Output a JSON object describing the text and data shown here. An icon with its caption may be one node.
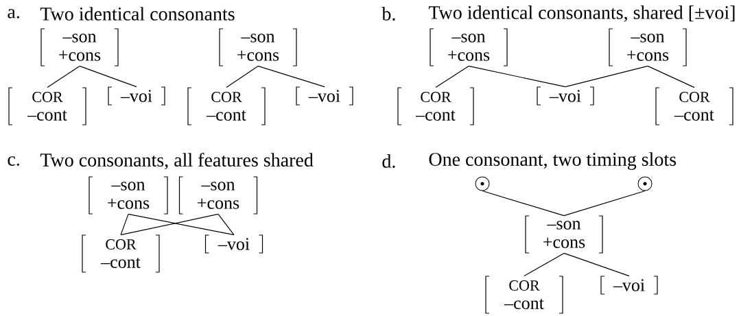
{
  "diagram": {
    "nodes": [
      {
        "text": [
          "–son",
          "+cons"
        ]
      },
      {
        "text": [
          "COR",
          "–cont"
        ]
      },
      {
        "text": [
          "–voi"
        ]
      },
      {
        "text": [
          "–son",
          "+cons"
        ]
      },
      {
        "text": [
          "COR",
          "–cont"
        ]
      },
      {
        "text": [
          "–voi"
        ]
      },
      {
        "text": [
          "–son",
          "+cons"
        ]
      },
      {
        "text": [
          "COR",
          "–cont"
        ]
      },
      {
        "text": [
          "–voi"
        ]
      },
      {
        "text": [
          "–son",
          "+cons"
        ]
      },
      {
        "text": [
          "COR",
          "–cont"
        ]
      },
      {
        "text": [
          "–son",
          "+cons"
        ]
      },
      {
        "text": [
          "–son",
          "+cons"
        ]
      },
      {
        "text": [
          "COR",
          "–cont"
        ]
      },
      {
        "text": [
          "–voi"
        ]
      },
      {
        "text": [],
        "shape": "circle"
      },
      {
        "text": [],
        "shape": "circle"
      },
      {
        "text": [
          "–son",
          "+cons"
        ]
      },
      {
        "text": [
          "COR",
          "–cont"
        ]
      },
      {
        "text": [
          "–voi"
        ]
      }
    ],
    "edges": [
      {
        "from": 0,
        "to": 1,
        "arrow": "none"
      },
      {
        "from": 0,
        "to": 2,
        "arrow": "none"
      },
      {
        "from": 3,
        "to": 4,
        "arrow": "none"
      },
      {
        "from": 3,
        "to": 5,
        "arrow": "none"
      },
      {
        "from": 6,
        "to": 7,
        "arrow": "none"
      },
      {
        "from": 6,
        "to": 8,
        "arrow": "none"
      },
      {
        "from": 9,
        "to": 8,
        "arrow": "none"
      },
      {
        "from": 9,
        "to": 10,
        "arrow": "none"
      },
      {
        "from": 11,
        "to": 13,
        "arrow": "none"
      },
      {
        "from": 11,
        "to": 14,
        "arrow": "none"
      },
      {
        "from": 12,
        "to": 13,
        "arrow": "none"
      },
      {
        "from": 12,
        "to": 14,
        "arrow": "none"
      },
      {
        "from": 15,
        "to": 17,
        "arrow": "none"
      },
      {
        "from": 16,
        "to": 17,
        "arrow": "none"
      },
      {
        "from": 17,
        "to": 18,
        "arrow": "none"
      },
      {
        "from": 17,
        "to": 19,
        "arrow": "none"
      }
    ],
    "labels": [
      "a.",
      "Two identical consonants",
      "b.",
      "Two identical consonants, shared [±voi]",
      "c.",
      "Two consonants, all features shared",
      "d.",
      "One consonant, two timing slots"
    ]
  }
}
